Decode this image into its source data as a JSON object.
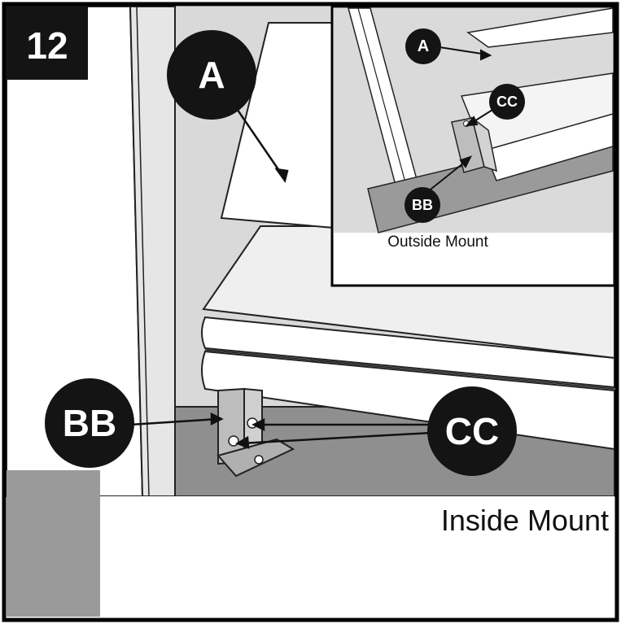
{
  "step": {
    "number": "12"
  },
  "labels": {
    "a": "A",
    "bb": "BB",
    "cc": "CC"
  },
  "captions": {
    "inside": "Inside Mount",
    "outside": "Outside Mount"
  },
  "inset": {
    "a": "A",
    "bb": "BB",
    "cc": "CC"
  },
  "colors": {
    "frame": "#000000",
    "wall_light": "#d6d6d6",
    "wall_mid": "#c4c4c4",
    "ledge": "#9a9a9a",
    "bracket": "#b5b5b5",
    "callout": "#141414"
  }
}
